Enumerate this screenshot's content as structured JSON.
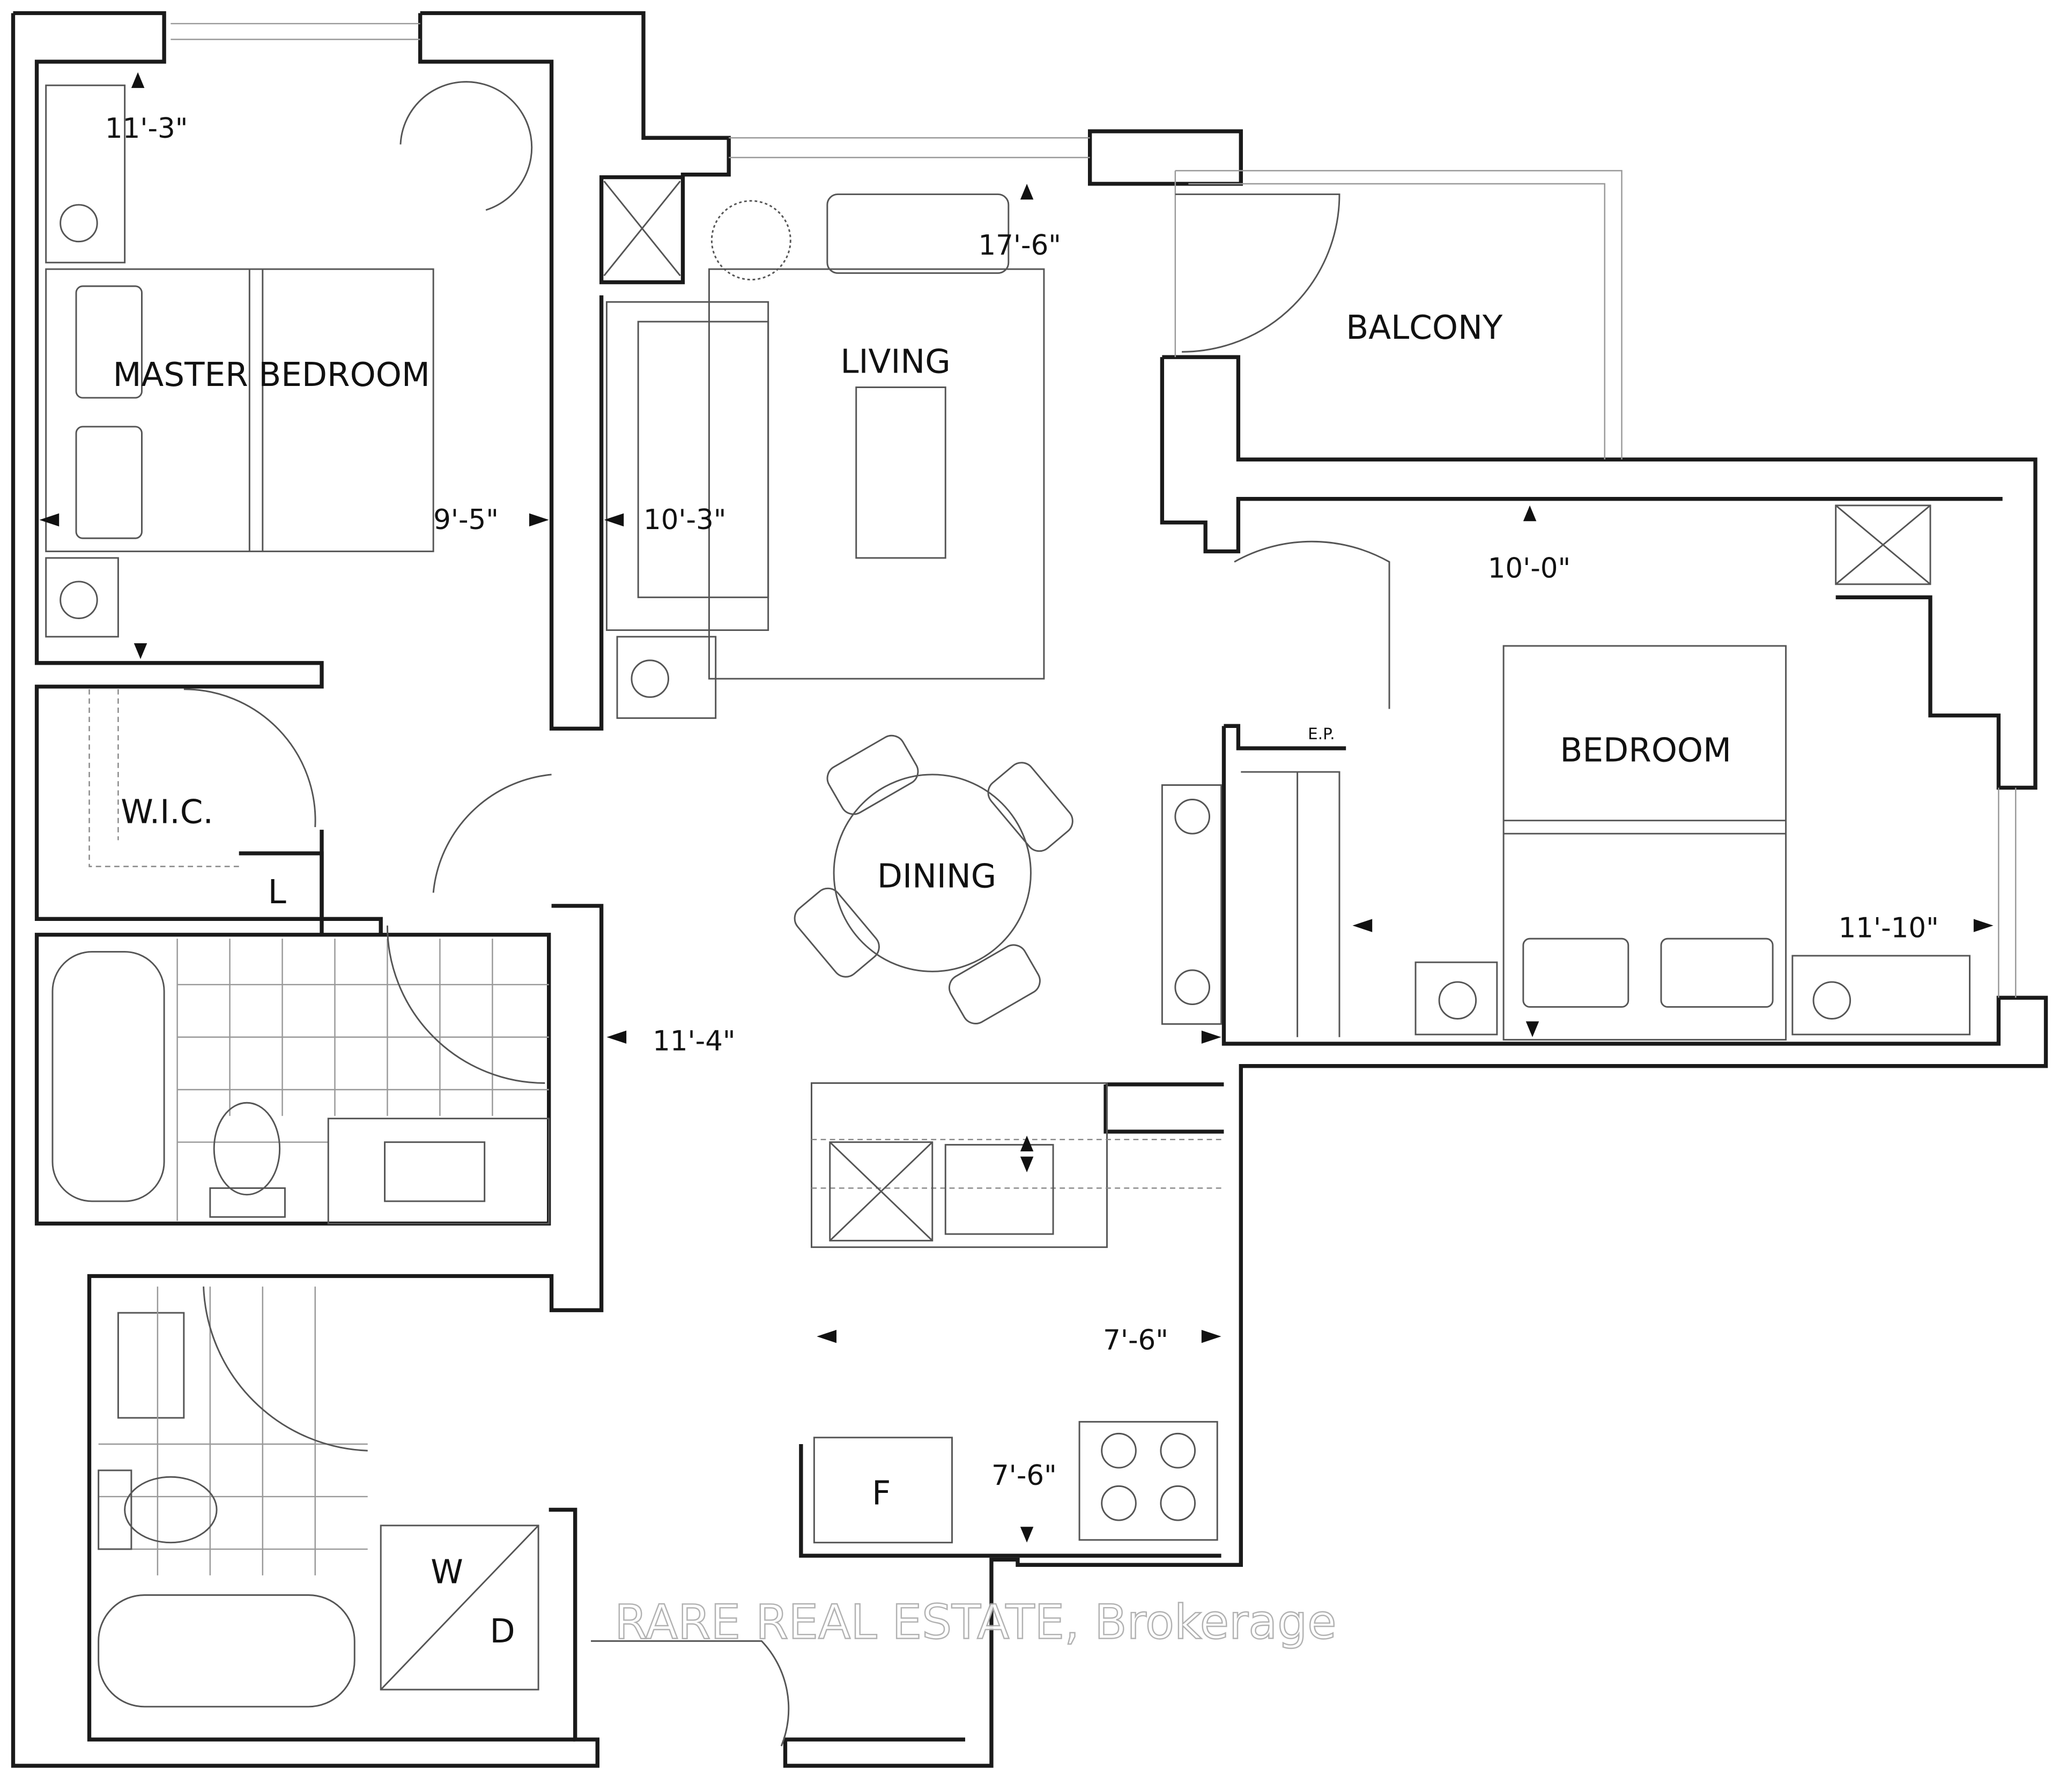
{
  "rooms": {
    "master_bedroom": "MASTER BEDROOM",
    "living": "LIVING",
    "balcony": "BALCONY",
    "bedroom": "BEDROOM",
    "wic": "W.I.C.",
    "linen": "L",
    "dining": "DINING",
    "fridge": "F",
    "washer": "W",
    "dryer": "D",
    "electrical_panel": "E.P."
  },
  "dimensions": {
    "master_width": "11'-3\"",
    "master_depth": "9'-5\"",
    "living_width": "10'-3\"",
    "living_depth": "17'-6\"",
    "bedroom_depth": "10'-0\"",
    "bedroom_width": "11'-10\"",
    "dining_width": "11'-4\"",
    "kitchen_width": "7'-6\"",
    "kitchen_depth": "7'-6\""
  },
  "watermark": "RARE REAL ESTATE, Brokerage"
}
